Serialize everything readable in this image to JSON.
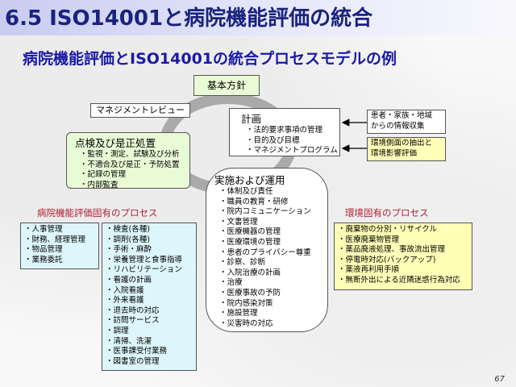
{
  "slide": {
    "title": "6.5 ISO14001と病院機能評価の統合",
    "subtitle": "病院機能評価とISO14001の統合プロセスモデルの例",
    "page_number": "67"
  },
  "boxes": {
    "basic_policy": "基本方針",
    "management_review": "マネジメントレビュー",
    "plan": {
      "title": "計画",
      "items": [
        "・法的要求事項の管理",
        "・目的及び目標",
        "・マネジメントプログラム"
      ]
    },
    "check": {
      "title": "点検及び是正処置",
      "items": [
        "・監視・測定、試験及び分析",
        "・不適合及び是正・予防処置",
        "・記録の管理",
        "・内部監査"
      ]
    },
    "implementation": {
      "title": "実施および運用",
      "items": [
        "・体制及び責任",
        "・職員の教育・研修",
        "・院内コミュニケーション",
        "・文書管理",
        "・医療機器の管理",
        "・医療環境の管理",
        "・患者のプライバシー尊重",
        "・診察、診断",
        "・入院治療の計画",
        "・治療",
        "・医療事故の予防",
        "・院内感染対策",
        "・施設管理",
        "・災害時の対応"
      ]
    },
    "stakeholders": [
      "患者・家族・地域",
      "からの情報収集"
    ],
    "env_extract": [
      "環境側面の抽出と",
      "環境影響評価"
    ]
  },
  "sections": {
    "hospital_label": "病院機能評価固有のプロセス",
    "env_label": "環境固有のプロセス"
  },
  "lists": {
    "admin": [
      "・人事管理",
      "・財務、経理管理",
      "・物品管理",
      "・業務委託"
    ],
    "clinical": [
      "・検査(各種)",
      "・調剤(各種)",
      "・手術・麻酔",
      "・栄養管理と食事指導",
      "・リハビリテーション",
      "・看護の計画",
      "・入院看護",
      "・外来看護",
      "・退去時の対応",
      "・訪問サービス",
      "・調理",
      "・清掃、洗濯",
      "・医事課受付業務",
      "・図書室の管理"
    ],
    "environment": [
      "・廃棄物の分別・リサイクル",
      "・医療廃棄物管理",
      "・薬品廃液処理、事故流出管理",
      "・停電時対応(バックアップ)",
      "・薬液再利用手順",
      "・無断外出による近隣迷惑行為対応"
    ]
  },
  "colors": {
    "title_text": "#1a237e",
    "subtitle_text": "#1a1aa6",
    "section_label": "#b02030",
    "green_box": "#e9fbd6",
    "yellow_box": "#ffffb8",
    "cyan_box": "#ddf6fb",
    "cycle_ring": "#aaaaaa"
  }
}
